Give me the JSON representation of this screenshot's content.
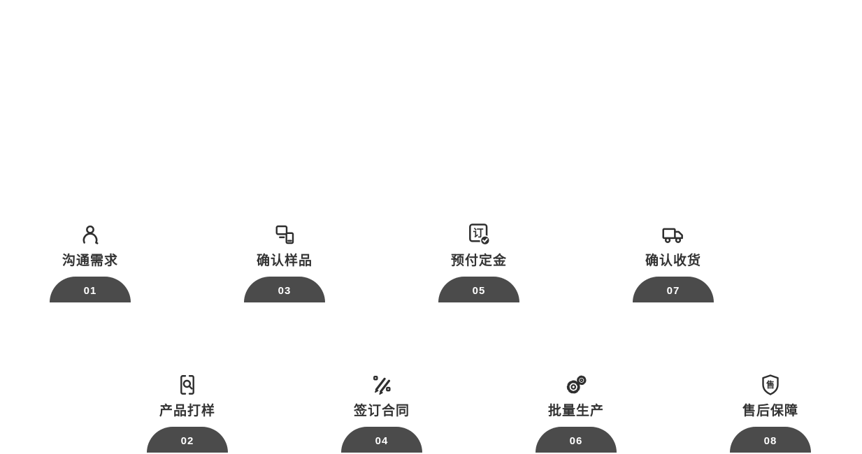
{
  "page": {
    "background": "#ffffff"
  },
  "colors": {
    "dome": "#4b4b4b",
    "icon": "#2f2f2f",
    "label": "#333333",
    "number": "#ffffff"
  },
  "glyphs": {
    "order_char": "订",
    "shield_char": "售"
  },
  "steps": [
    {
      "number": "01",
      "label": "沟通需求",
      "icon": "person-icon"
    },
    {
      "number": "02",
      "label": "产品打样",
      "icon": "document-search-icon"
    },
    {
      "number": "03",
      "label": "确认样品",
      "icon": "sample-cards-icon"
    },
    {
      "number": "04",
      "label": "签订合同",
      "icon": "contract-pens-icon"
    },
    {
      "number": "05",
      "label": "预付定金",
      "icon": "order-check-icon"
    },
    {
      "number": "06",
      "label": "批量生产",
      "icon": "gears-icon"
    },
    {
      "number": "07",
      "label": "确认收货",
      "icon": "truck-icon"
    },
    {
      "number": "08",
      "label": "售后保障",
      "icon": "shield-icon"
    }
  ]
}
